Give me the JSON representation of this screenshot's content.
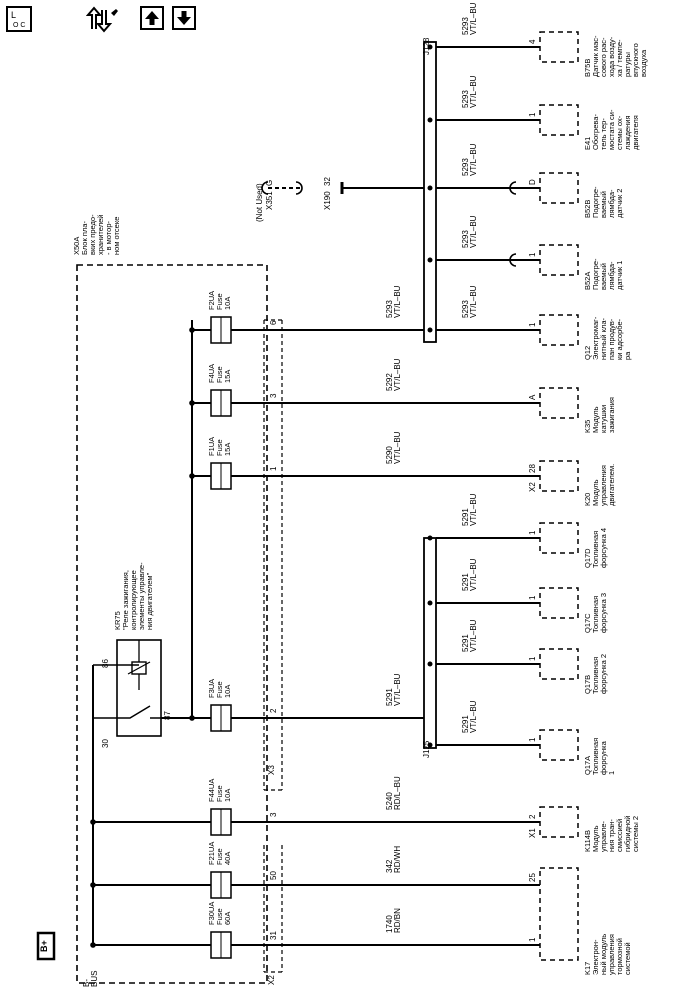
{
  "toolbar": {
    "locator_label": "L",
    "locator_sub": "O C"
  },
  "diagram": {
    "bplus": "B+",
    "bbus_1": "B-",
    "bbus_2": "BUS",
    "x50a": [
      "X50A",
      "Блок пла-",
      "вких предо-",
      "хранителей",
      "- в мотор-",
      "ном отсеке"
    ],
    "kr75": [
      "KR75",
      "\"Реле зажигания,",
      "контролирующее",
      "элементы управле-",
      "ния двигателем\""
    ],
    "pin_30": "30",
    "pin_86": "86",
    "pin_87": "87",
    "fuses": [
      {
        "name": "F30UA",
        "type": "Fuse",
        "rating": "60A"
      },
      {
        "name": "F21UA",
        "type": "Fuse",
        "rating": "40A"
      },
      {
        "name": "F44UA",
        "type": "Fuse",
        "rating": "10A"
      },
      {
        "name": "F3UA",
        "type": "Fuse",
        "rating": "10A"
      },
      {
        "name": "F1UA",
        "type": "Fuse",
        "rating": "15A"
      },
      {
        "name": "F4UA",
        "type": "Fuse",
        "rating": "15A"
      },
      {
        "name": "F2UA",
        "type": "Fuse",
        "rating": "10A"
      }
    ],
    "fuse_pins": [
      "31",
      "50",
      "3",
      "2",
      "1",
      "3",
      "6"
    ],
    "x2": "X2",
    "x3": "X3",
    "wires": [
      {
        "circuit": "1740",
        "color": "RD/BN"
      },
      {
        "circuit": "342",
        "color": "RD/WH"
      },
      {
        "circuit": "5240",
        "color": "RD/L–BU"
      },
      {
        "circuit": "5291",
        "color": "VT/L–BU"
      },
      {
        "circuit": "5290",
        "color": "VT/L–BU"
      },
      {
        "circuit": "5292",
        "color": "VT/L–BU"
      },
      {
        "circuit": "5293",
        "color": "VT/L–BU"
      }
    ],
    "j125": "J125",
    "j128": "J128",
    "inj_wire": {
      "circuit": "5291",
      "color": "VT/L–BU"
    },
    "sens_wire": {
      "circuit": "5293",
      "color": "VT/L–BU"
    },
    "x190": "X190",
    "x190_pin": "32",
    "x351": "X351",
    "x351_pin": "G",
    "not_used": "(Not Used)",
    "components": [
      {
        "pin": "1",
        "label": [
          "K17",
          "Электрон-",
          "ный модуль",
          "управления",
          "тормозной",
          "системой"
        ]
      },
      {
        "pin": "25",
        "label": []
      },
      {
        "pin": "2",
        "connector": "X1",
        "label": [
          "K114B",
          "Модуль",
          "управле-",
          "ния тран-",
          "смиссией",
          "гибридной",
          "системы 2"
        ]
      },
      {
        "pin": "1",
        "label": [
          "Q17A",
          "Топливная",
          "форсунка",
          "1"
        ]
      },
      {
        "pin": "1",
        "label": [
          "Q17B",
          "Топливная",
          "форсунка 2"
        ]
      },
      {
        "pin": "1",
        "label": [
          "Q17C",
          "Топливная",
          "форсунка 3"
        ]
      },
      {
        "pin": "1",
        "label": [
          "Q17D",
          "Топливная",
          "форсунка 4"
        ]
      },
      {
        "pin": "28",
        "connector": "X2",
        "label": [
          "K20",
          "Модуль",
          "управления",
          "двигателем."
        ]
      },
      {
        "pin": "A",
        "label": [
          "K35",
          "Модуль",
          "катушки",
          "зажигания"
        ]
      },
      {
        "pin": "1",
        "label": [
          "Q12",
          "Электромаг-",
          "нитный кла-",
          "пан продув-",
          "ки адсорбе-",
          "ра"
        ]
      },
      {
        "pin": "1",
        "label": [
          "B52A",
          "Подогре-",
          "ваемый",
          "лямбда-",
          "датчик 1"
        ]
      },
      {
        "pin": "D",
        "label": [
          "B52B",
          "Подогре-",
          "ваемый",
          "лямбда-",
          "датчик 2"
        ]
      },
      {
        "pin": "1",
        "label": [
          "E41",
          "Обогрева-",
          "тель тер-",
          "мостата си-",
          "стемы ох-",
          "лаждения",
          "двигателя"
        ]
      },
      {
        "pin": "4",
        "label": [
          "B75B",
          "Датчик мас-",
          "сового рас-",
          "хода возду-",
          "ха / темпе-",
          "ратуры",
          "впускного",
          "воздуха"
        ]
      }
    ]
  }
}
